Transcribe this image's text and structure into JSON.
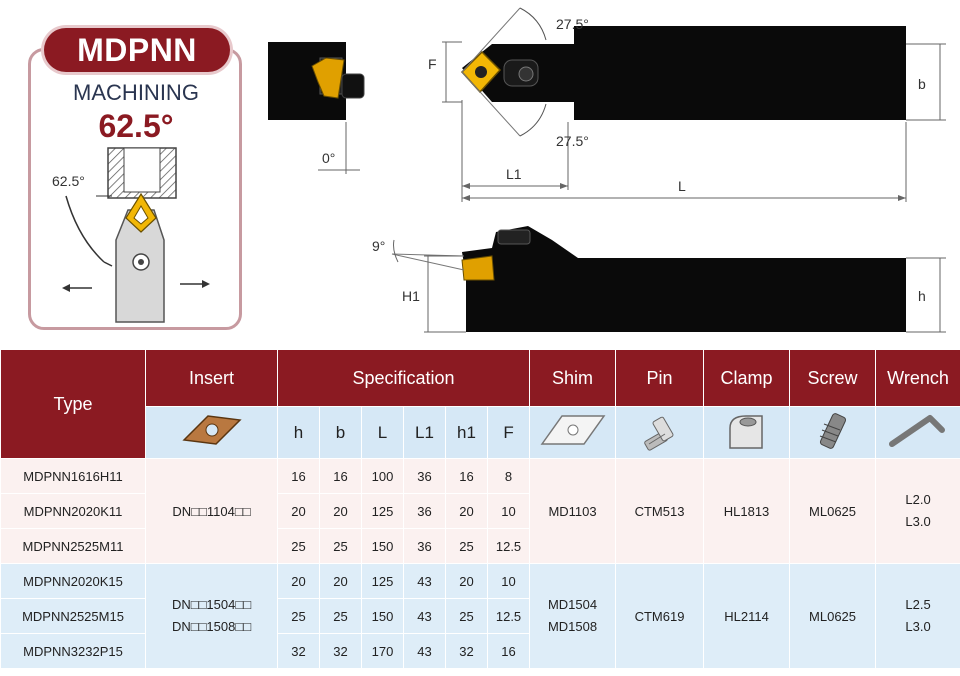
{
  "badge": {
    "title": "MDPNN",
    "subtitle": "MACHINING",
    "angle": "62.5°",
    "diagram_angle": "62.5°"
  },
  "drawings": {
    "end_view_angle": "0°",
    "top_angle_1": "27.5°",
    "top_angle_2": "27.5°",
    "label_F": "F",
    "label_b": "b",
    "label_L1": "L1",
    "label_L": "L",
    "side_angle": "9°",
    "label_H1": "H1",
    "label_h": "h"
  },
  "table": {
    "headers": {
      "type": "Type",
      "insert": "Insert",
      "specification": "Specification",
      "shim": "Shim",
      "pin": "Pin",
      "clamp": "Clamp",
      "screw": "Screw",
      "wrench": "Wrench"
    },
    "spec_cols": [
      "h",
      "b",
      "L",
      "L1",
      "h1",
      "F"
    ],
    "group1": {
      "insert": "DN□□1104□□",
      "shim": "MD1103",
      "pin": "CTM513",
      "clamp": "HL1813",
      "screw": "ML0625",
      "wrench": [
        "L2.0",
        "L3.0"
      ],
      "rows": [
        {
          "type": "MDPNN1616H11",
          "spec": [
            "16",
            "16",
            "100",
            "36",
            "16",
            "8"
          ]
        },
        {
          "type": "MDPNN2020K11",
          "spec": [
            "20",
            "20",
            "125",
            "36",
            "20",
            "10"
          ]
        },
        {
          "type": "MDPNN2525M11",
          "spec": [
            "25",
            "25",
            "150",
            "36",
            "25",
            "12.5"
          ]
        }
      ]
    },
    "group2": {
      "insert": [
        "DN□□1504□□",
        "DN□□1508□□"
      ],
      "shim": [
        "MD1504",
        "MD1508"
      ],
      "pin": "CTM619",
      "clamp": "HL2114",
      "screw": "ML0625",
      "wrench": [
        "L2.5",
        "L3.0"
      ],
      "rows": [
        {
          "type": "MDPNN2020K15",
          "spec": [
            "20",
            "20",
            "125",
            "43",
            "20",
            "10"
          ]
        },
        {
          "type": "MDPNN2525M15",
          "spec": [
            "25",
            "25",
            "150",
            "43",
            "25",
            "12.5"
          ]
        },
        {
          "type": "MDPNN3232P15",
          "spec": [
            "32",
            "32",
            "170",
            "43",
            "32",
            "16"
          ]
        }
      ]
    }
  },
  "colors": {
    "brand": "#8b1a22",
    "header_blue": "#d6e8f6",
    "row_pink": "#fbf1f0",
    "row_blue": "#deedf8",
    "insert_gold": "#f2b705"
  }
}
